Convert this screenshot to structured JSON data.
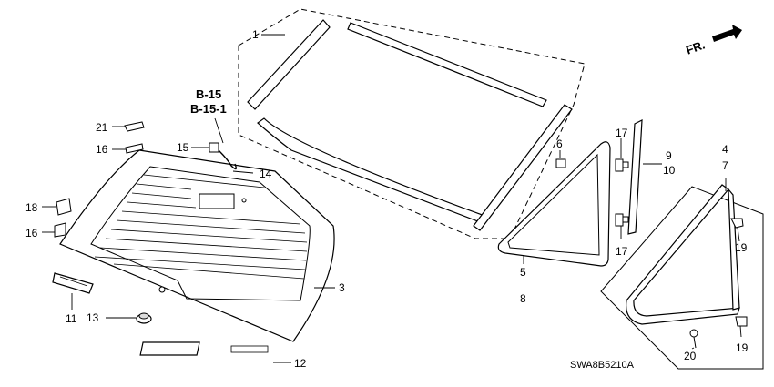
{
  "diagram": {
    "callouts": {
      "c1": "1",
      "c3": "3",
      "c4": "4",
      "c5": "5",
      "c6": "6",
      "c7": "7",
      "c8": "8",
      "c9": "9",
      "c10": "10",
      "c11": "11",
      "c12": "12",
      "c13": "13",
      "c14": "14",
      "c15": "15",
      "c16a": "16",
      "c16b": "16",
      "c17a": "17",
      "c17b": "17",
      "c18": "18",
      "c19a": "19",
      "c19b": "19",
      "c20": "20",
      "c21": "21"
    },
    "references": {
      "ref1": "B-15",
      "ref2": "B-15-1"
    },
    "direction_label": "FR.",
    "diagram_code": "SWA8B5210A"
  }
}
